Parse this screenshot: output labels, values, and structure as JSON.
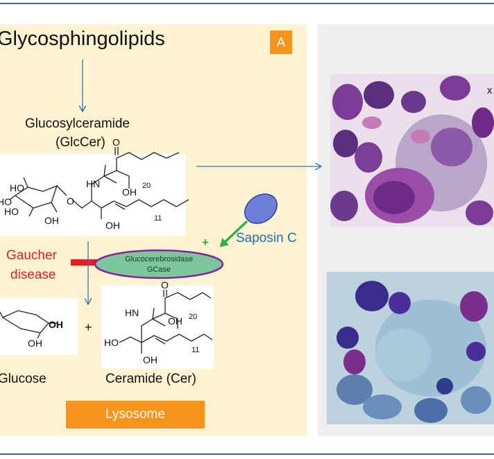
{
  "panel_label": "A",
  "texts": {
    "glycosphingolipids": "Glycosphingolipids",
    "glccer_name": "Glucosylceramide",
    "glccer_abbr": "(GlcCer)",
    "gaucher_line1": "Gaucher",
    "gaucher_line2": "disease",
    "saposin": "Saposin C",
    "plus_green": "+",
    "enzyme_line1": "Glucocerebrosidase",
    "enzyme_line2": "GCase",
    "plus": "+",
    "glucose": "Glucose",
    "ceramide": "Ceramide (Cer)",
    "lysosome": "Lysosome",
    "edge_mark": "x"
  },
  "structure_labels": {
    "glccer": {
      "o_carbonyl": "O",
      "hn": "HN",
      "oh_chain": "OH",
      "n20": "20",
      "ho_top": "HO",
      "ho_left": "HO",
      "ho_mid": "HO",
      "oh_bottom": "OH",
      "oh_sphingo": "OH",
      "o_glyc": "O",
      "n11": "11"
    },
    "glucose": {
      "oh_right": "OH",
      "oh_bottom": "OH"
    },
    "ceramide": {
      "o_carbonyl": "O",
      "hn": "HN",
      "oh_chain": "OH",
      "n20": "20",
      "ho": "HO",
      "oh_sphingo": "OH",
      "n11": "11"
    }
  },
  "colors": {
    "panel_bg": "#fdf3d0",
    "accent_orange": "#f7941d",
    "arrow_blue": "#2e75b6",
    "disease_red": "#e31e24",
    "saposin_blue": "#1f6fb5",
    "activator_green": "#2db24a",
    "enzyme_purple": "#8b1fa0"
  }
}
